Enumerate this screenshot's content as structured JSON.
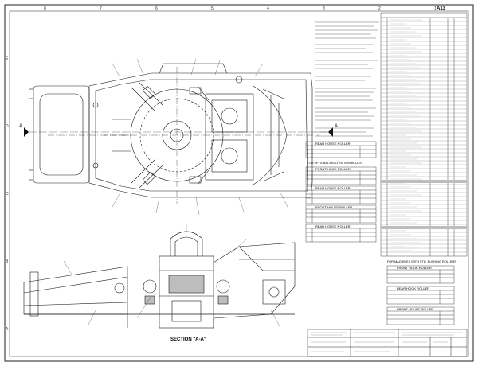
{
  "drawing": {
    "sheet_no": "A13",
    "section_label": "SECTION \"A-A\"",
    "marker_a": "A",
    "zone_numbers_top": [
      "8",
      "7",
      "6",
      "5",
      "4",
      "3",
      "2",
      "1"
    ],
    "zone_letters_side": [
      "E",
      "D",
      "C",
      "B",
      "A"
    ]
  },
  "parts_tables": [
    {
      "title": "REAR HOUSE ROLLER"
    },
    {
      "title": "FRONT HOOK ROLLER"
    },
    {
      "title": "REAR HOUSE ROLLER"
    },
    {
      "title": "FRONT HOUSE ROLLER"
    },
    {
      "title": "REAR HOUSE ROLLER"
    }
  ],
  "lower_tables_heading": "FOR MACHINES WITH STD. BUSHING ROLLERS",
  "lower_tables": [
    {
      "title": "FRONT HOOK ROLLER"
    },
    {
      "title": "REAR HOOK ROLLER"
    },
    {
      "title": "FRONT HOUSE ROLLER"
    }
  ],
  "optional_heading": "FOR OPTIONAL ANTI-FRICTION ROLLER",
  "colors": {
    "line": "#1a1a1a",
    "paper": "#ffffff",
    "shade": "#bdbdbd"
  }
}
